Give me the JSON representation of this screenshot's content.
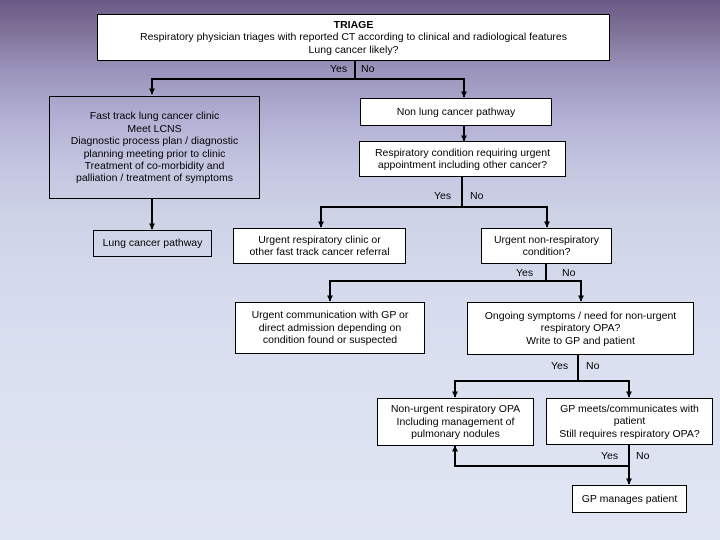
{
  "diagram": {
    "title": "Lung cancer triage pathway flowchart",
    "background": {
      "gradient_top": "#6b5a86",
      "gradient_bottom": "#e0e5f3"
    },
    "box_border_color": "#000000",
    "box_fill_white": "#ffffff"
  },
  "nodes": {
    "triage": {
      "lines": [
        "TRIAGE",
        "Respiratory physician triages with reported CT according to clinical and radiological features",
        "Lung cancer likely?"
      ]
    },
    "fast_track": {
      "lines": [
        "Fast track lung cancer clinic",
        "Meet LCNS",
        "Diagnostic process plan / diagnostic",
        "planning meeting prior to clinic",
        "Treatment of co-morbidity and",
        "palliation / treatment of symptoms"
      ]
    },
    "non_lung_pathway": {
      "lines": [
        "Non lung cancer pathway"
      ]
    },
    "resp_condition_urgent": {
      "lines": [
        "Respiratory condition requiring urgent",
        "appointment including other cancer?"
      ]
    },
    "lung_cancer_pathway": {
      "lines": [
        "Lung cancer pathway"
      ]
    },
    "urgent_resp_clinic": {
      "lines": [
        "Urgent respiratory clinic or",
        "other fast track cancer referral"
      ]
    },
    "urgent_non_resp": {
      "lines": [
        "Urgent non-respiratory",
        "condition?"
      ]
    },
    "urgent_comm_gp": {
      "lines": [
        "Urgent communication with GP or",
        "direct admission depending on",
        "condition found or suspected"
      ]
    },
    "ongoing_symptoms": {
      "lines": [
        "Ongoing symptoms / need for non-urgent",
        "respiratory OPA?",
        "Write to GP and patient"
      ]
    },
    "non_urgent_opa": {
      "lines": [
        "Non-urgent respiratory OPA",
        "Including management of",
        "pulmonary nodules"
      ]
    },
    "gp_meets": {
      "lines": [
        "GP meets/communicates with",
        "patient",
        "Still requires respiratory OPA?"
      ]
    },
    "gp_manages": {
      "lines": [
        "GP manages patient"
      ]
    }
  },
  "edge_labels": {
    "triage_yes": "Yes",
    "triage_no": "No",
    "resp_condition_yes": "Yes",
    "resp_condition_no": "No",
    "urgent_non_resp_yes": "Yes",
    "urgent_non_resp_no": "No",
    "ongoing_yes": "Yes",
    "ongoing_no": "No",
    "gp_meets_yes": "Yes",
    "gp_meets_no": "No"
  }
}
